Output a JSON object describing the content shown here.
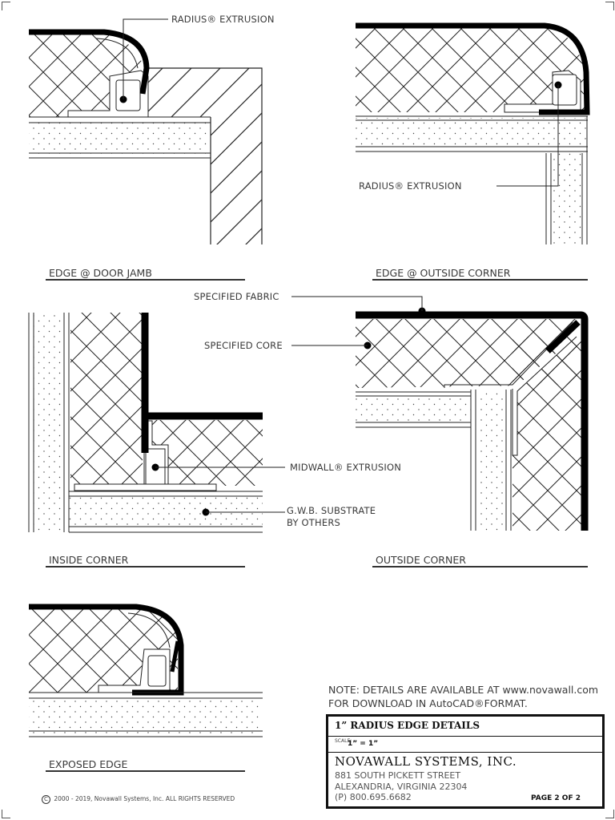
{
  "details": [
    {
      "id": "edge-door-jamb",
      "title": "EDGE @ DOOR JAMB",
      "callouts": [
        "RADIUS® EXTRUSION"
      ]
    },
    {
      "id": "edge-outside-corner",
      "title": "EDGE @ OUTSIDE CORNER",
      "callouts": [
        "RADIUS® EXTRUSION"
      ]
    },
    {
      "id": "inside-corner",
      "title": "INSIDE CORNER",
      "callouts": [
        "MIDWALL® EXTRUSION",
        "G.W.B. SUBSTRATE",
        "BY OTHERS"
      ]
    },
    {
      "id": "outside-corner",
      "title": "OUTSIDE CORNER",
      "callouts": []
    },
    {
      "id": "exposed-edge",
      "title": "EXPOSED EDGE",
      "callouts": []
    }
  ],
  "shared_callouts": {
    "fabric": "SPECIFIED FABRIC",
    "core": "SPECIFIED CORE"
  },
  "note": {
    "line1": "NOTE:  DETAILS ARE AVAILABLE AT www.novawall.com",
    "line2": "FOR DOWNLOAD IN AutoCAD®FORMAT."
  },
  "title_block": {
    "title": "1” RADIUS EDGE DETAILS",
    "scale_label": "SCALE:",
    "scale_value": "1” = 1”",
    "company": "NOVAWALL SYSTEMS,  INC.",
    "address1": "881 SOUTH PICKETT STREET",
    "address2": "ALEXANDRIA, VIRGINIA 22304",
    "phone": "(P) 800.695.6682",
    "page": "PAGE 2 OF 2"
  },
  "copyright": {
    "symbol": "C",
    "text": "2000 - 2019, Novawall Systems, Inc.  ALL RIGHTS RESERVED"
  }
}
